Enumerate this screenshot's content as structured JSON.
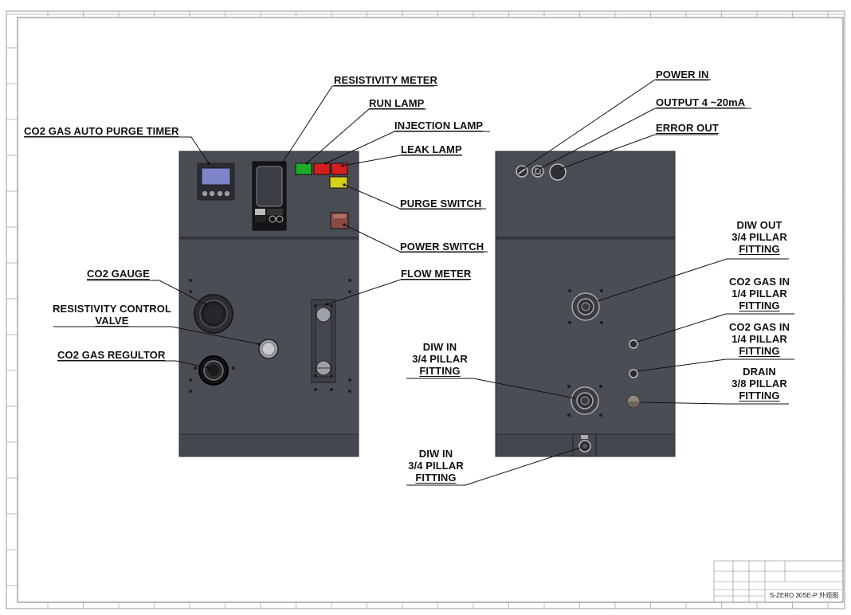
{
  "drawing": {
    "title_block": {
      "drawing_name": "S-ZERO 30SE-P 外观图"
    }
  },
  "front_view": {
    "labels": {
      "resistivity_meter": "RESISTIVITY METER",
      "run_lamp": "RUN LAMP",
      "injection_lamp": "INJECTION LAMP",
      "leak_lamp": "LEAK LAMP",
      "co2_timer": "CO2 GAS AUTO PURGE TIMER",
      "purge_switch": "PURGE SWITCH",
      "power_switch": "POWER SWITCH",
      "co2_gauge": "CO2 GAUGE",
      "flow_meter": "FLOW METER",
      "resistivity_valve_1": "RESISTIVITY CONTROL",
      "resistivity_valve_2": "VALVE",
      "co2_regulator": "CO2 GAS REGULTOR"
    },
    "colors": {
      "cabinet": "#4a4c54",
      "run_lamp": "#1faa2a",
      "injection_lamp": "#d41e1e",
      "leak_lamp": "#d41e1e",
      "purge_switch": "#d6cf1a",
      "power_switch": "#8a4a44"
    }
  },
  "back_view": {
    "labels": {
      "power_in": "POWER IN",
      "output": "OUTPUT 4 ~20mA",
      "error_out": "ERROR OUT",
      "diw_out_1": "DIW OUT",
      "diw_out_2": "3/4 PILLAR",
      "diw_out_3": "FITTING",
      "co2_in_a_1": "CO2 GAS IN",
      "co2_in_a_2": "1/4 PILLAR",
      "co2_in_a_3": "FITTING",
      "co2_in_b_1": "CO2 GAS IN",
      "co2_in_b_2": "1/4 PILLAR",
      "co2_in_b_3": "FITTING",
      "drain_1": "DRAIN",
      "drain_2": "3/8 PILLAR",
      "drain_3": "FITTING",
      "diw_in_a_1": "DIW IN",
      "diw_in_a_2": "3/4 PILLAR",
      "diw_in_a_3": "FITTING",
      "diw_in_b_1": "DIW IN",
      "diw_in_b_2": "3/4 PILLAR",
      "diw_in_b_3": "FITTING"
    }
  }
}
